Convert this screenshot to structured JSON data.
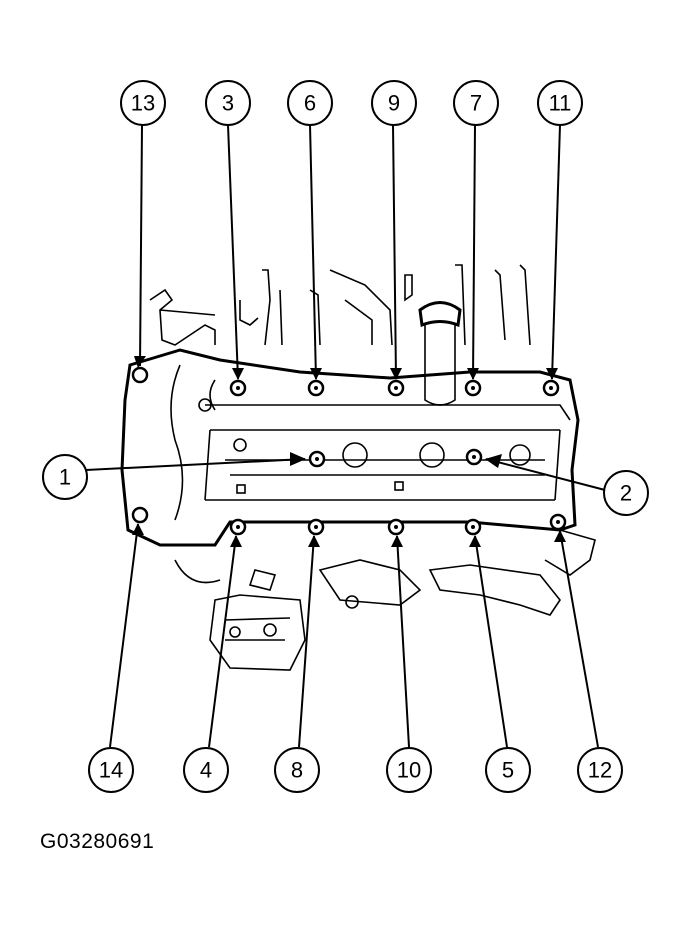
{
  "figure": {
    "code": "G03280691",
    "callouts_top": [
      "13",
      "3",
      "6",
      "9",
      "7",
      "11"
    ],
    "callouts_bottom": [
      "14",
      "4",
      "8",
      "10",
      "5",
      "12"
    ],
    "callout_left": "1",
    "callout_right": "2"
  },
  "colors": {
    "line": "#000000",
    "background": "#ffffff"
  }
}
